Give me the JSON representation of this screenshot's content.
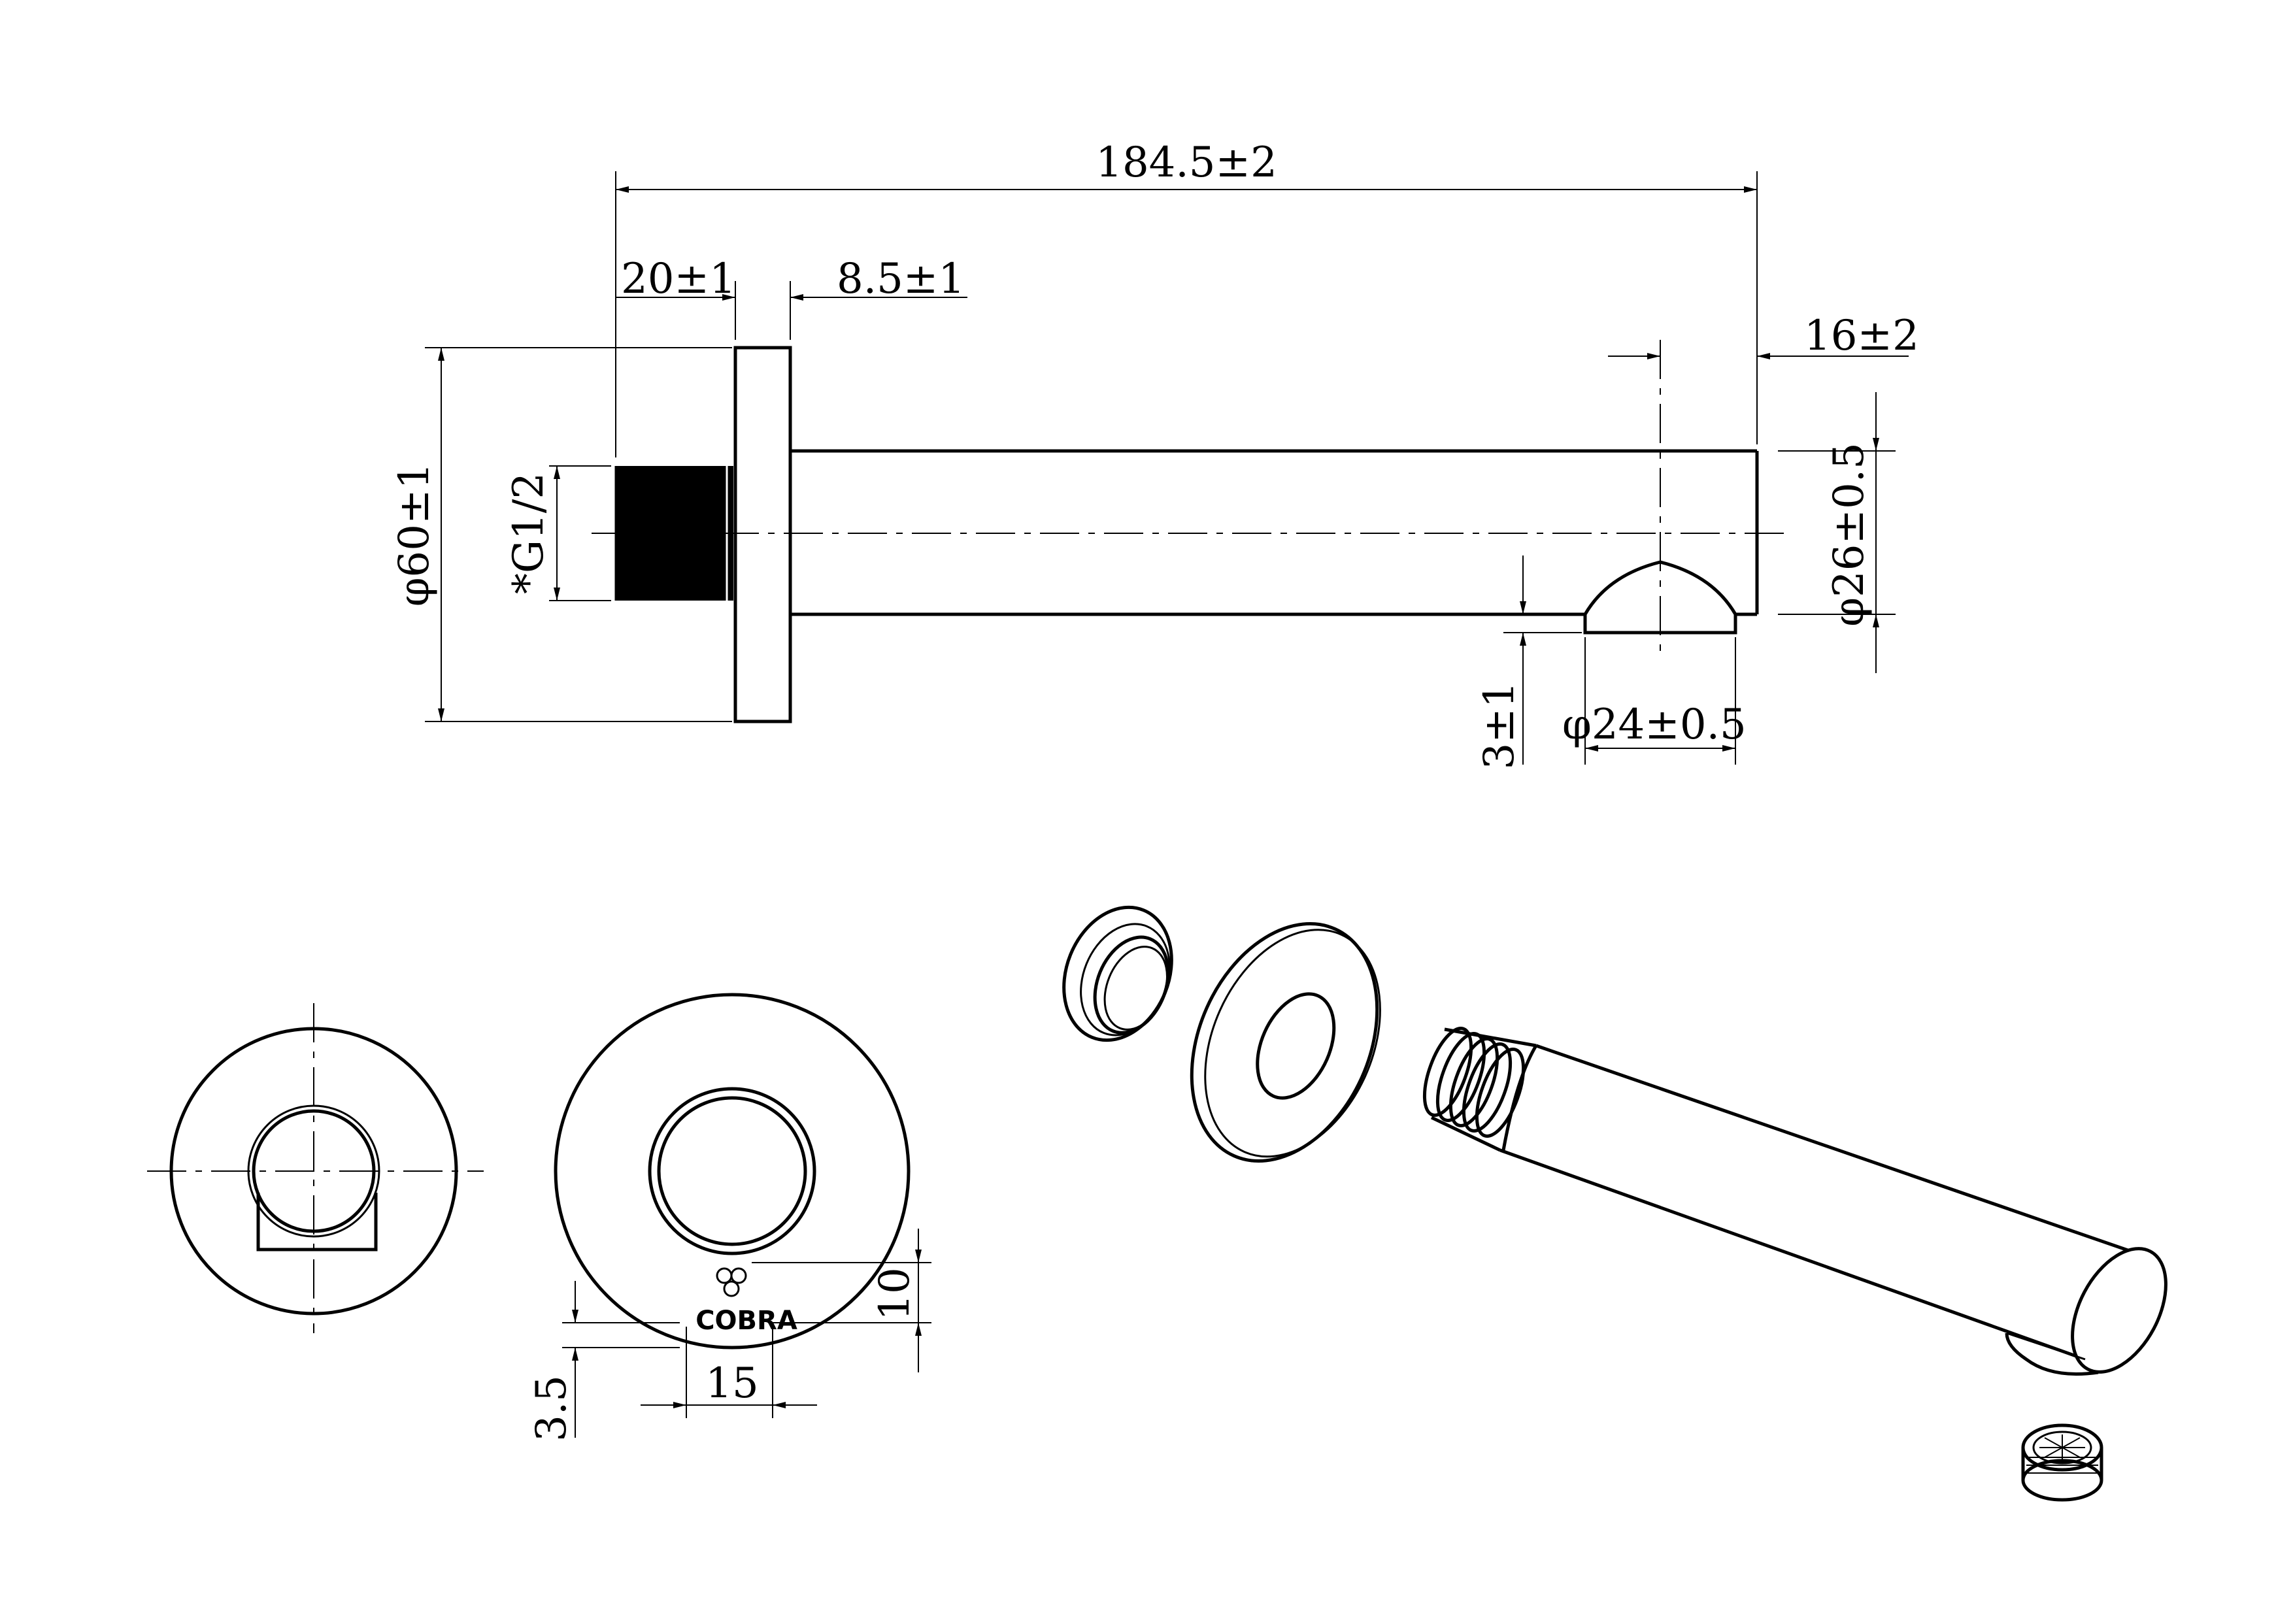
{
  "dimensions": {
    "overall_length": "184.5±2",
    "thread_length": "20±1",
    "flange_thickness": "8.5±1",
    "spout_offset": "16±2",
    "flange_diameter": "φ60±1",
    "thread_size": "*G1/2",
    "tube_diameter": "φ26±0.5",
    "outlet_height": "3±1",
    "outlet_diameter": "φ24±0.5",
    "logo_height": "10",
    "logo_width": "15",
    "logo_offset": "3.5"
  },
  "brand": {
    "name": "COBRA"
  }
}
